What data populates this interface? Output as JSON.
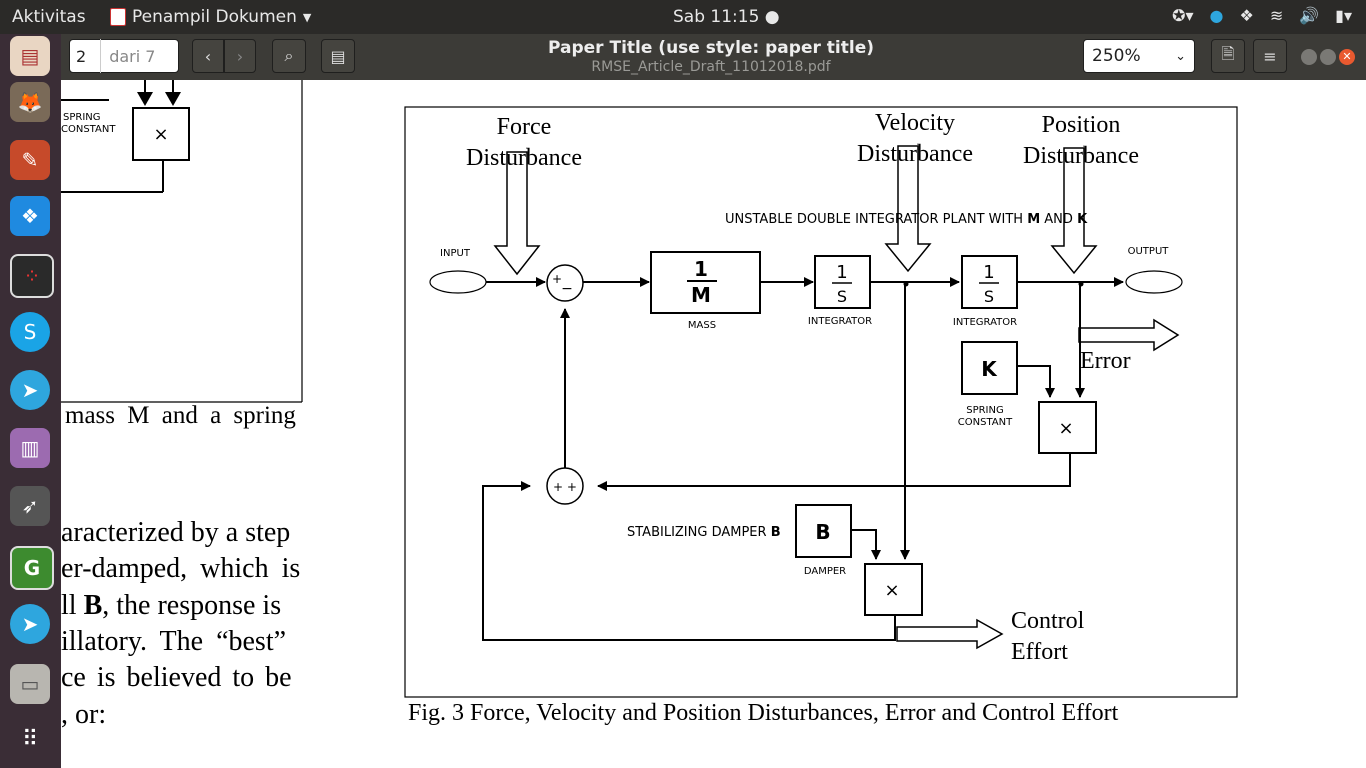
{
  "topbar": {
    "activities": "Aktivitas",
    "app_name": "Penampil Dokumen",
    "clock": "Sab 11:15"
  },
  "dock": {
    "icons": [
      "presentation-icon",
      "gimp-icon",
      "tools-icon",
      "dropbox-icon",
      "app-red-icon",
      "skype-icon",
      "telegram-icon",
      "pinball-icon",
      "rocket-icon",
      "gradle-icon",
      "telegram-icon",
      "files-icon",
      "apps-grid-icon"
    ]
  },
  "headerbar": {
    "page_number": "2",
    "page_total": "dari 7",
    "title": "Paper Title (use style: paper title)",
    "filename": "RMSE_Article_Draft_11012018.pdf",
    "zoom": "250%"
  },
  "left_figure": {
    "spring_label_1": "SPRING",
    "spring_label_2": "CONSTANT",
    "multiply": "×",
    "caption_fragment": "mass M and a spring"
  },
  "body_text": {
    "line1": "aracterized by a step",
    "line2": "er-damped, which is",
    "line3_pre": "ll ",
    "line3_bold": "B",
    "line3_post": ", the response is",
    "line4": "illatory. The “best”",
    "line5": "ce is believed to be",
    "line6": ", or:"
  },
  "diagram": {
    "force_disturbance_1": "Force",
    "force_disturbance_2": "Disturbance",
    "velocity_disturbance_1": "Velocity",
    "velocity_disturbance_2": "Disturbance",
    "position_disturbance_1": "Position",
    "position_disturbance_2": "Disturbance",
    "plant_title_pre": "UNSTABLE DOUBLE INTEGRATOR PLANT WITH ",
    "plant_title_m": "M",
    "plant_title_and": " AND ",
    "plant_title_k": "K",
    "input": "INPUT",
    "output": "OUTPUT",
    "mass_num": "1",
    "mass_den": "M",
    "mass_label": "MASS",
    "int_num": "1",
    "int_den": "S",
    "integrator_label": "INTEGRATOR",
    "k_block": "K",
    "spring_constant_1": "SPRING",
    "spring_constant_2": "CONSTANT",
    "error": "Error",
    "b_block": "B",
    "stabilizing_damper_pre": "STABILIZING DAMPER ",
    "stabilizing_damper_b": "B",
    "damper_label": "DAMPER",
    "control_effort_1": "Control",
    "control_effort_2": "Effort",
    "multiply": "×",
    "sum_top_plus": "+",
    "sum_top_minus": "−",
    "sum_bottom_plus": "+ +"
  },
  "caption": "Fig. 3 Force, Velocity and Position Disturbances, Error and Control Effort"
}
